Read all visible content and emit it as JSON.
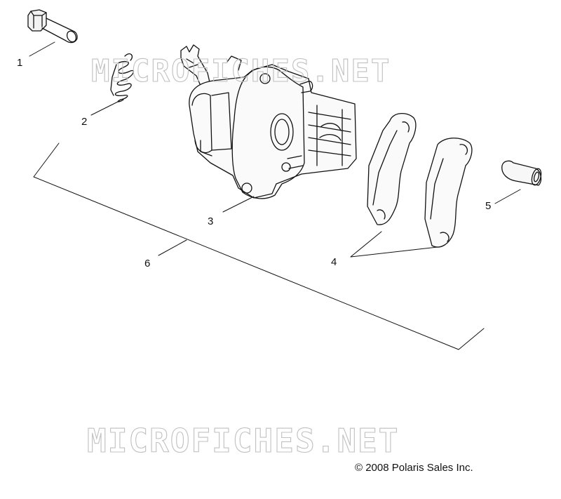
{
  "callouts": [
    "1",
    "2",
    "3",
    "4",
    "5",
    "6"
  ],
  "watermark": "MICROFICHES.NET",
  "copyright": "© 2008 Polaris Sales Inc."
}
